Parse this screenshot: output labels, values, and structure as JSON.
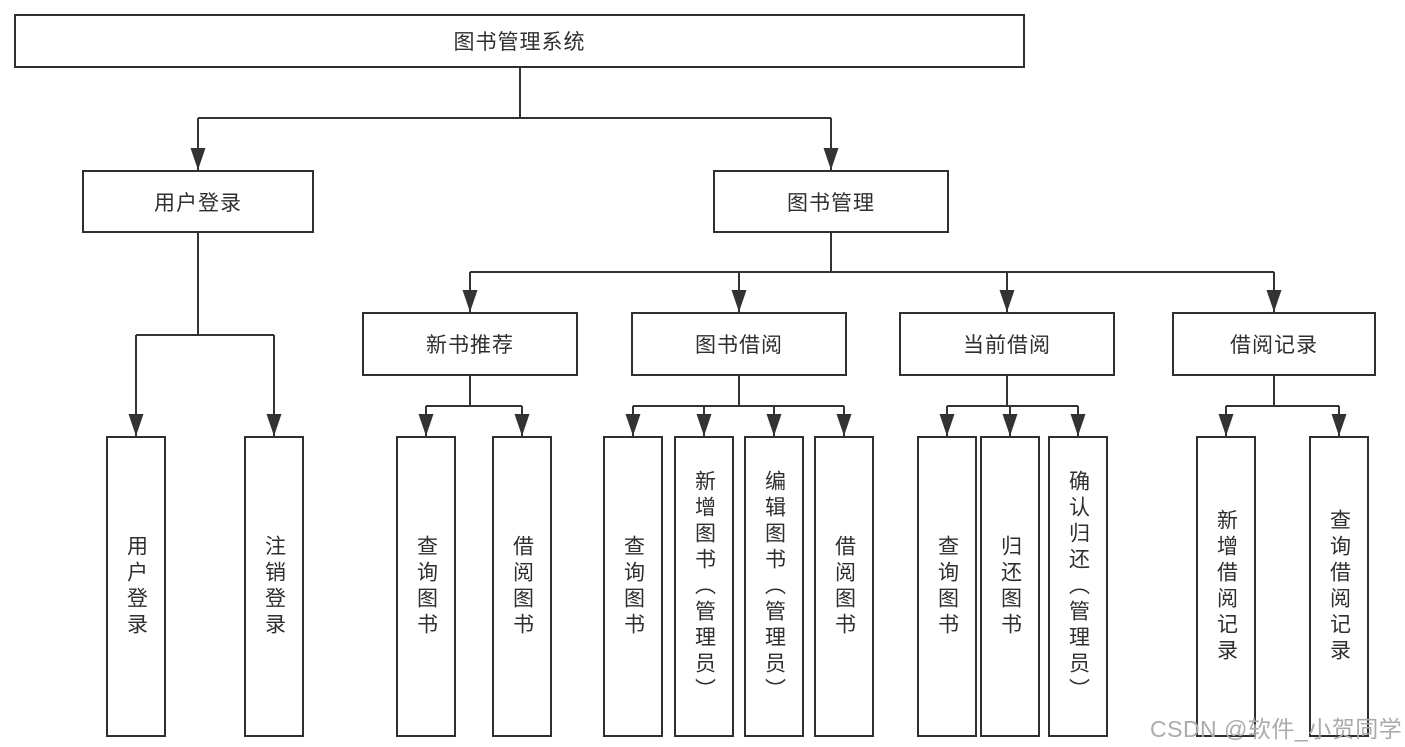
{
  "diagram": {
    "root": {
      "label": "图书管理系统"
    },
    "branches": [
      {
        "label": "用户登录",
        "children": [
          {
            "label": "用户登录"
          },
          {
            "label": "注销登录"
          }
        ]
      },
      {
        "label": "图书管理",
        "children": [
          {
            "label": "新书推荐",
            "children": [
              {
                "label": "查询图书"
              },
              {
                "label": "借阅图书"
              }
            ]
          },
          {
            "label": "图书借阅",
            "children": [
              {
                "label": "查询图书"
              },
              {
                "label": "新增图书（管理员）"
              },
              {
                "label": "编辑图书（管理员）"
              },
              {
                "label": "借阅图书"
              }
            ]
          },
          {
            "label": "当前借阅",
            "children": [
              {
                "label": "查询图书"
              },
              {
                "label": "归还图书"
              },
              {
                "label": "确认归还（管理员）"
              }
            ]
          },
          {
            "label": "借阅记录",
            "children": [
              {
                "label": "新增借阅记录"
              },
              {
                "label": "查询借阅记录"
              }
            ]
          }
        ]
      }
    ],
    "watermark": "CSDN @软件_小贺同学",
    "colors": {
      "line": "#333333",
      "border": "#2f2f2f",
      "text": "#2f2f2f",
      "watermark": "#ababab",
      "background": "#ffffff"
    }
  }
}
